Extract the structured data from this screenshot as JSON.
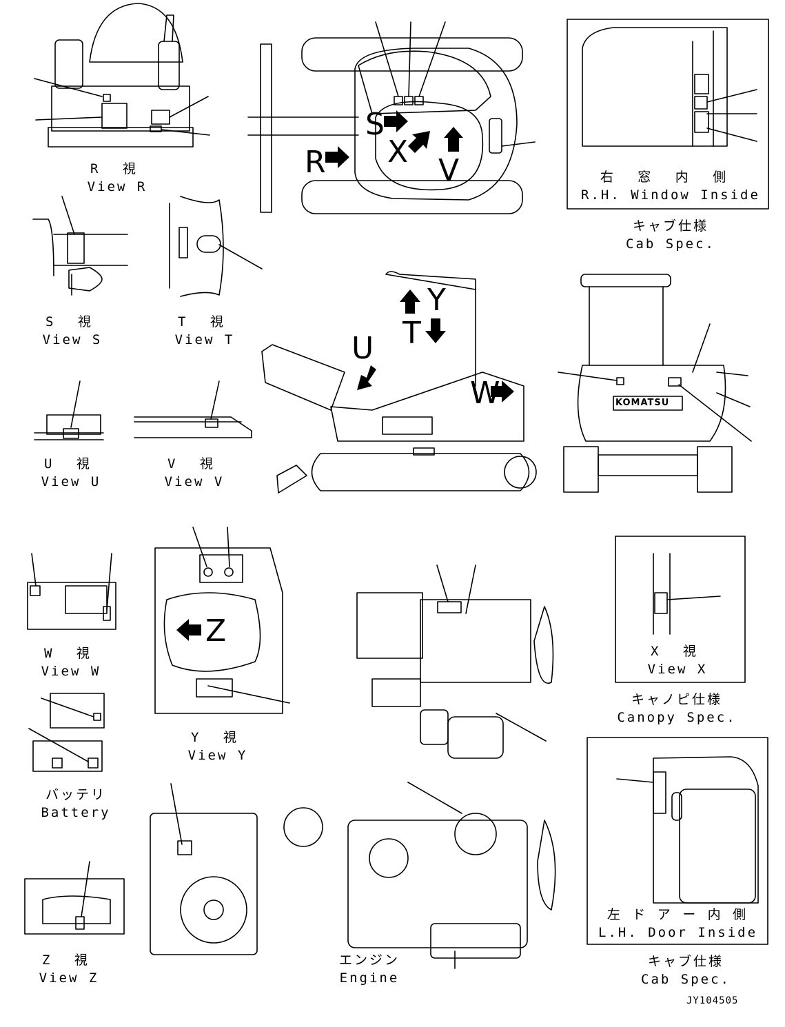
{
  "captions": {
    "view_r": {
      "jp": "R 視",
      "en": "View R"
    },
    "rh_window": {
      "jp": "右 窓 内 側",
      "en": "R.H. Window Inside"
    },
    "cab_spec_top": {
      "jp": "キャブ仕様",
      "en": "Cab Spec."
    },
    "view_s": {
      "jp": "S 視",
      "en": "View S"
    },
    "view_t": {
      "jp": "T 視",
      "en": "View T"
    },
    "view_u": {
      "jp": "U 視",
      "en": "View U"
    },
    "view_v": {
      "jp": "V 視",
      "en": "View V"
    },
    "view_w": {
      "jp": "W 視",
      "en": "View W"
    },
    "view_y": {
      "jp": "Y 視",
      "en": "View Y"
    },
    "view_x": {
      "jp": "X 視",
      "en": "View X"
    },
    "canopy_spec": {
      "jp": "キャノピ仕様",
      "en": "Canopy Spec."
    },
    "battery": {
      "jp": "バッテリ",
      "en": "Battery"
    },
    "view_z": {
      "jp": "Z 視",
      "en": "View Z"
    },
    "engine": {
      "jp": "エンジン",
      "en": "Engine"
    },
    "lh_door": {
      "jp": "左 ド ア ー 内 側",
      "en": "L.H. Door Inside"
    },
    "cab_spec_bottom": {
      "jp": "キャブ仕様",
      "en": "Cab Spec."
    }
  },
  "arrow_letters": {
    "s": "S",
    "x": "X",
    "r": "R",
    "v": "V",
    "t": "T",
    "y": "Y",
    "u": "U",
    "w": "W",
    "z": "Z"
  },
  "brand": "KOMATSU",
  "drawing_code": "JY104505"
}
